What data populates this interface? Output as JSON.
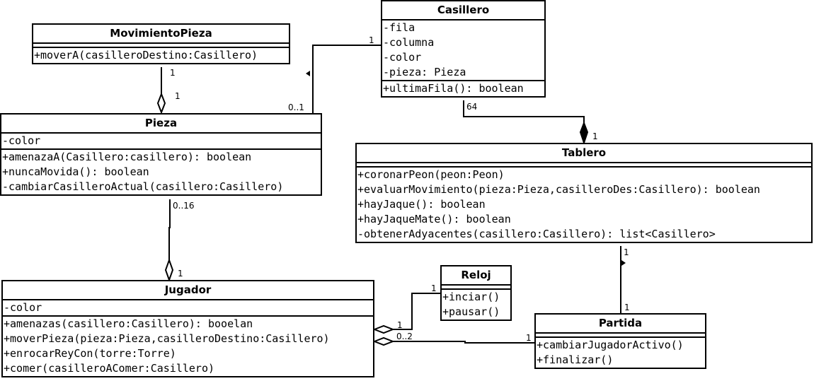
{
  "classes": {
    "movimiento_pieza": {
      "name": "MovimientoPieza",
      "attributes": [],
      "methods": [
        "+moverA(casilleroDestino:Casillero)"
      ]
    },
    "casillero": {
      "name": "Casillero",
      "attributes": [
        "-fila",
        "-columna",
        "-color",
        "-pieza: Pieza"
      ],
      "methods": [
        "+ultimaFila(): boolean"
      ]
    },
    "pieza": {
      "name": "Pieza",
      "attributes": [
        "-color"
      ],
      "methods": [
        "+amenazaA(Casillero:casillero): boolean",
        "+nuncaMovida(): boolean",
        "-cambiarCasilleroActual(casillero:Casillero)"
      ]
    },
    "tablero": {
      "name": "Tablero",
      "attributes": [],
      "methods": [
        "+coronarPeon(peon:Peon)",
        "+evaluarMovimiento(pieza:Pieza,casilleroDes:Casillero): boolean",
        "+hayJaque(): boolean",
        "+hayJaqueMate(): boolean",
        "-obtenerAdyacentes(casillero:Casillero): list<Casillero>"
      ]
    },
    "reloj": {
      "name": "Reloj",
      "attributes": [],
      "methods": [
        "+inciar()",
        "+pausar()"
      ]
    },
    "jugador": {
      "name": "Jugador",
      "attributes": [
        "-color"
      ],
      "methods": [
        "+amenazas(casillero:Casillero): booelan",
        "+moverPieza(pieza:Pieza,casilleroDestino:Casillero)",
        "+enrocarReyCon(torre:Torre)",
        "+comer(casilleroAComer:Casillero)"
      ]
    },
    "partida": {
      "name": "Partida",
      "attributes": [],
      "methods": [
        "+cambiarJugadorActivo()",
        "+finalizar()"
      ]
    }
  },
  "multiplicities": {
    "movpieza_pieza_top": "1",
    "movpieza_pieza_bottom": "1",
    "casillero_pieza_casillero": "1",
    "casillero_pieza_pieza": "0..1",
    "casillero_tablero_casillero": "64",
    "casillero_tablero_tablero": "1",
    "pieza_jugador_pieza": "0..16",
    "pieza_jugador_jugador": "1",
    "tablero_partida_tablero": "1",
    "tablero_partida_partida": "1",
    "reloj_jugador_reloj": "1",
    "reloj_jugador_jugador": "1",
    "partida_jugador_partida": "1",
    "partida_jugador_jugador": "0..2"
  }
}
